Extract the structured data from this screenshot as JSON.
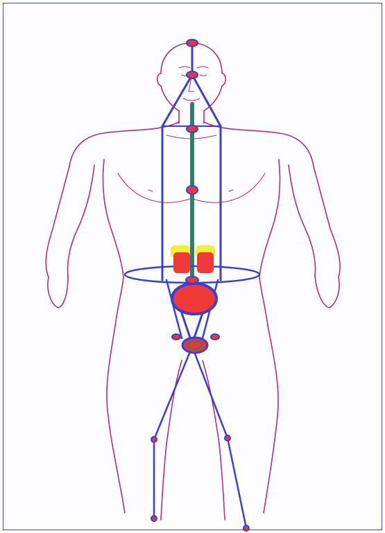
{
  "colors": {
    "outline": "#b0307e",
    "channel": "#3b3fd6",
    "center_channel": "#2f7d6a",
    "point_fill": "#e23a3a",
    "organ_fill": "#f03a3a",
    "gland_fill": "#f2ef3a",
    "frame_border": "#4a4aa0"
  },
  "figure": {
    "subject": "male-body-outline",
    "points": [
      "crown-point",
      "brow-point",
      "throat-point",
      "heart-point",
      "navel-point",
      "hip-point-left",
      "hip-point-right",
      "perineum-point",
      "knee-point-left",
      "knee-point-right",
      "foot-point-left",
      "foot-point-right"
    ],
    "organs": [
      "kidney-left",
      "kidney-right",
      "adrenal-left",
      "adrenal-right",
      "bladder"
    ]
  }
}
